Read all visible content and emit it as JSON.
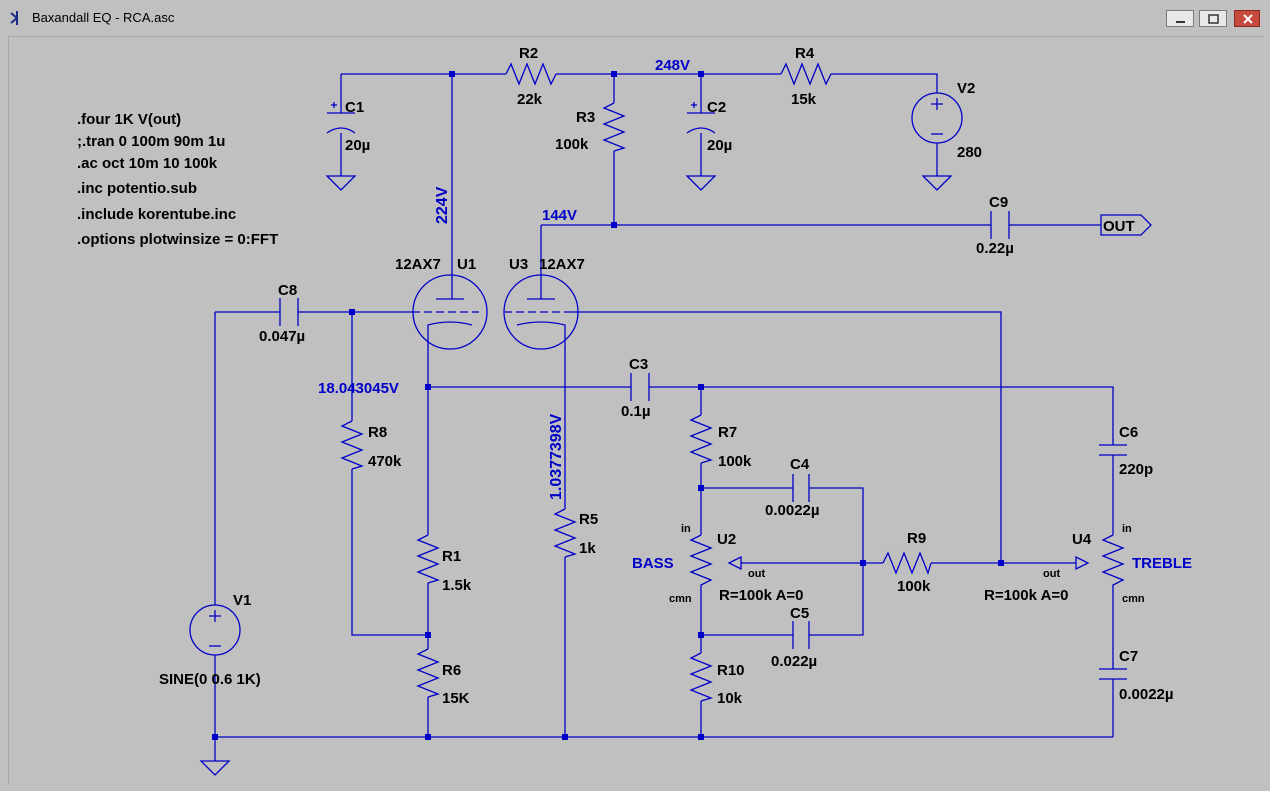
{
  "window": {
    "title": "Baxandall EQ - RCA.asc",
    "controls": [
      "minimize",
      "restore",
      "close"
    ]
  },
  "directives": [
    ".four 1K  V(out)",
    ";.tran 0 100m 90m 1u",
    ".ac oct 10m 10 100k",
    ".inc potentio.sub",
    ".include korentube.inc",
    ".options plotwinsize = 0:FFT"
  ],
  "components": {
    "R2": {
      "ref": "R2",
      "value": "22k"
    },
    "R4": {
      "ref": "R4",
      "value": "15k"
    },
    "R3": {
      "ref": "R3",
      "value": "100k"
    },
    "C1": {
      "ref": "C1",
      "value": "20µ"
    },
    "C2": {
      "ref": "C2",
      "value": "20µ"
    },
    "V2": {
      "ref": "V2",
      "value": "280"
    },
    "C9": {
      "ref": "C9",
      "value": "0.22µ"
    },
    "U1": {
      "ref": "U1",
      "value": "12AX7"
    },
    "U3": {
      "ref": "U3",
      "value": "12AX7"
    },
    "C8": {
      "ref": "C8",
      "value": "0.047µ"
    },
    "C3": {
      "ref": "C3",
      "value": "0.1µ"
    },
    "R8": {
      "ref": "R8",
      "value": "470k"
    },
    "R7": {
      "ref": "R7",
      "value": "100k"
    },
    "C4": {
      "ref": "C4",
      "value": "0.0022µ"
    },
    "C6": {
      "ref": "C6",
      "value": "220p"
    },
    "R5": {
      "ref": "R5",
      "value": "1k"
    },
    "U2": {
      "ref": "U2",
      "name": "BASS",
      "value": "R=100k A=0"
    },
    "R9": {
      "ref": "R9",
      "value": "100k"
    },
    "U4": {
      "ref": "U4",
      "name": "TREBLE",
      "value": "R=100k A=0"
    },
    "R1": {
      "ref": "R1",
      "value": "1.5k"
    },
    "C5": {
      "ref": "C5",
      "value": "0.022µ"
    },
    "V1": {
      "ref": "V1",
      "value": "SINE(0 0.6 1K)"
    },
    "R6": {
      "ref": "R6",
      "value": "15K"
    },
    "R10": {
      "ref": "R10",
      "value": "10k"
    },
    "C7": {
      "ref": "C7",
      "value": "0.0022µ"
    }
  },
  "node_voltages": {
    "supply": "248V",
    "u1_plate": "224V",
    "u3_plate": "144V",
    "u1_cathode": "18.043045V",
    "u3_cathode": "1.0377398V"
  },
  "pins": {
    "in": "in",
    "out": "out",
    "cmn": "cmn"
  },
  "port": {
    "label": "OUT"
  },
  "colors": {
    "wire": "#0000c8",
    "background": "#c0c0c0",
    "text": "#000000",
    "node_label": "#0000c8"
  }
}
